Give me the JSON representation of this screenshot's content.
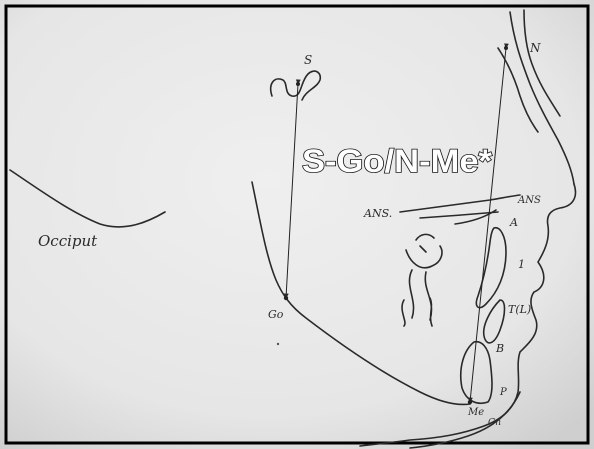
{
  "title": "S-Go/N-Me*",
  "labels": {
    "s": "S",
    "n": "N",
    "occiput": "Occiput",
    "ans_left": "ANS.",
    "ans_right": "ANS",
    "a": "A",
    "one": "1",
    "t": "T(L)",
    "b": "B",
    "p": "P",
    "go": "Go",
    "me": "Me",
    "gn": "Gn"
  },
  "colors": {
    "paper": "#ececec",
    "paper_shade": "#d4d4d4",
    "ink": "#2a2a2a",
    "frame": "#000000",
    "title_fill": "#ffffff",
    "title_outline": "#1a1a1a"
  }
}
